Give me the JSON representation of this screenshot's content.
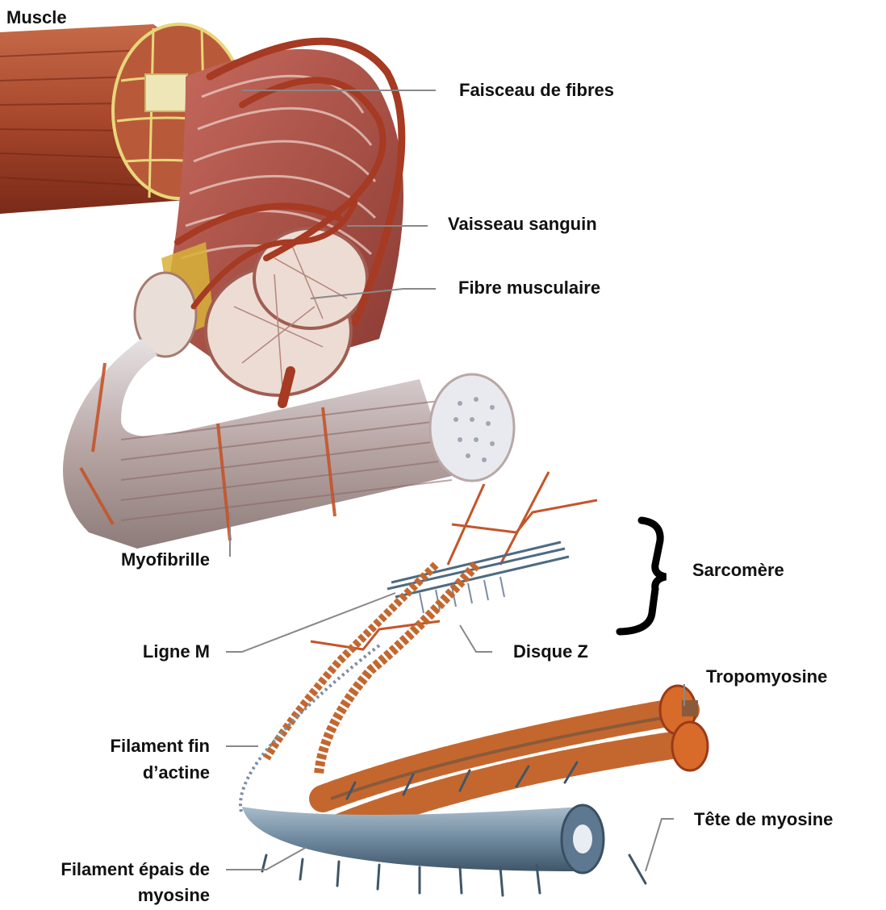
{
  "labels": {
    "muscle": "Muscle",
    "faisceau": "Faisceau de fibres",
    "vaisseau": "Vaisseau sanguin",
    "fibre": "Fibre musculaire",
    "myofibrille": "Myofibrille",
    "sarcomere": "Sarcomère",
    "ligne_m": "Ligne M",
    "disque_z": "Disque Z",
    "tropomyosine": "Tropomyosine",
    "filament_fin_1": "Filament fin",
    "filament_fin_2": "d’actine",
    "tete_myosine": "Tête de myosine",
    "filament_epais_1": "Filament épais de",
    "filament_epais_2": "myosine"
  },
  "colors": {
    "muscle": "#a8472c",
    "muscle_dark": "#6e2414",
    "fascia": "#e8d77a",
    "vessel": "#a63a22",
    "myofibril_light": "#d9d4d8",
    "actin": "#c4672f",
    "myosin": "#6f8aa0",
    "leader": "#888888"
  }
}
